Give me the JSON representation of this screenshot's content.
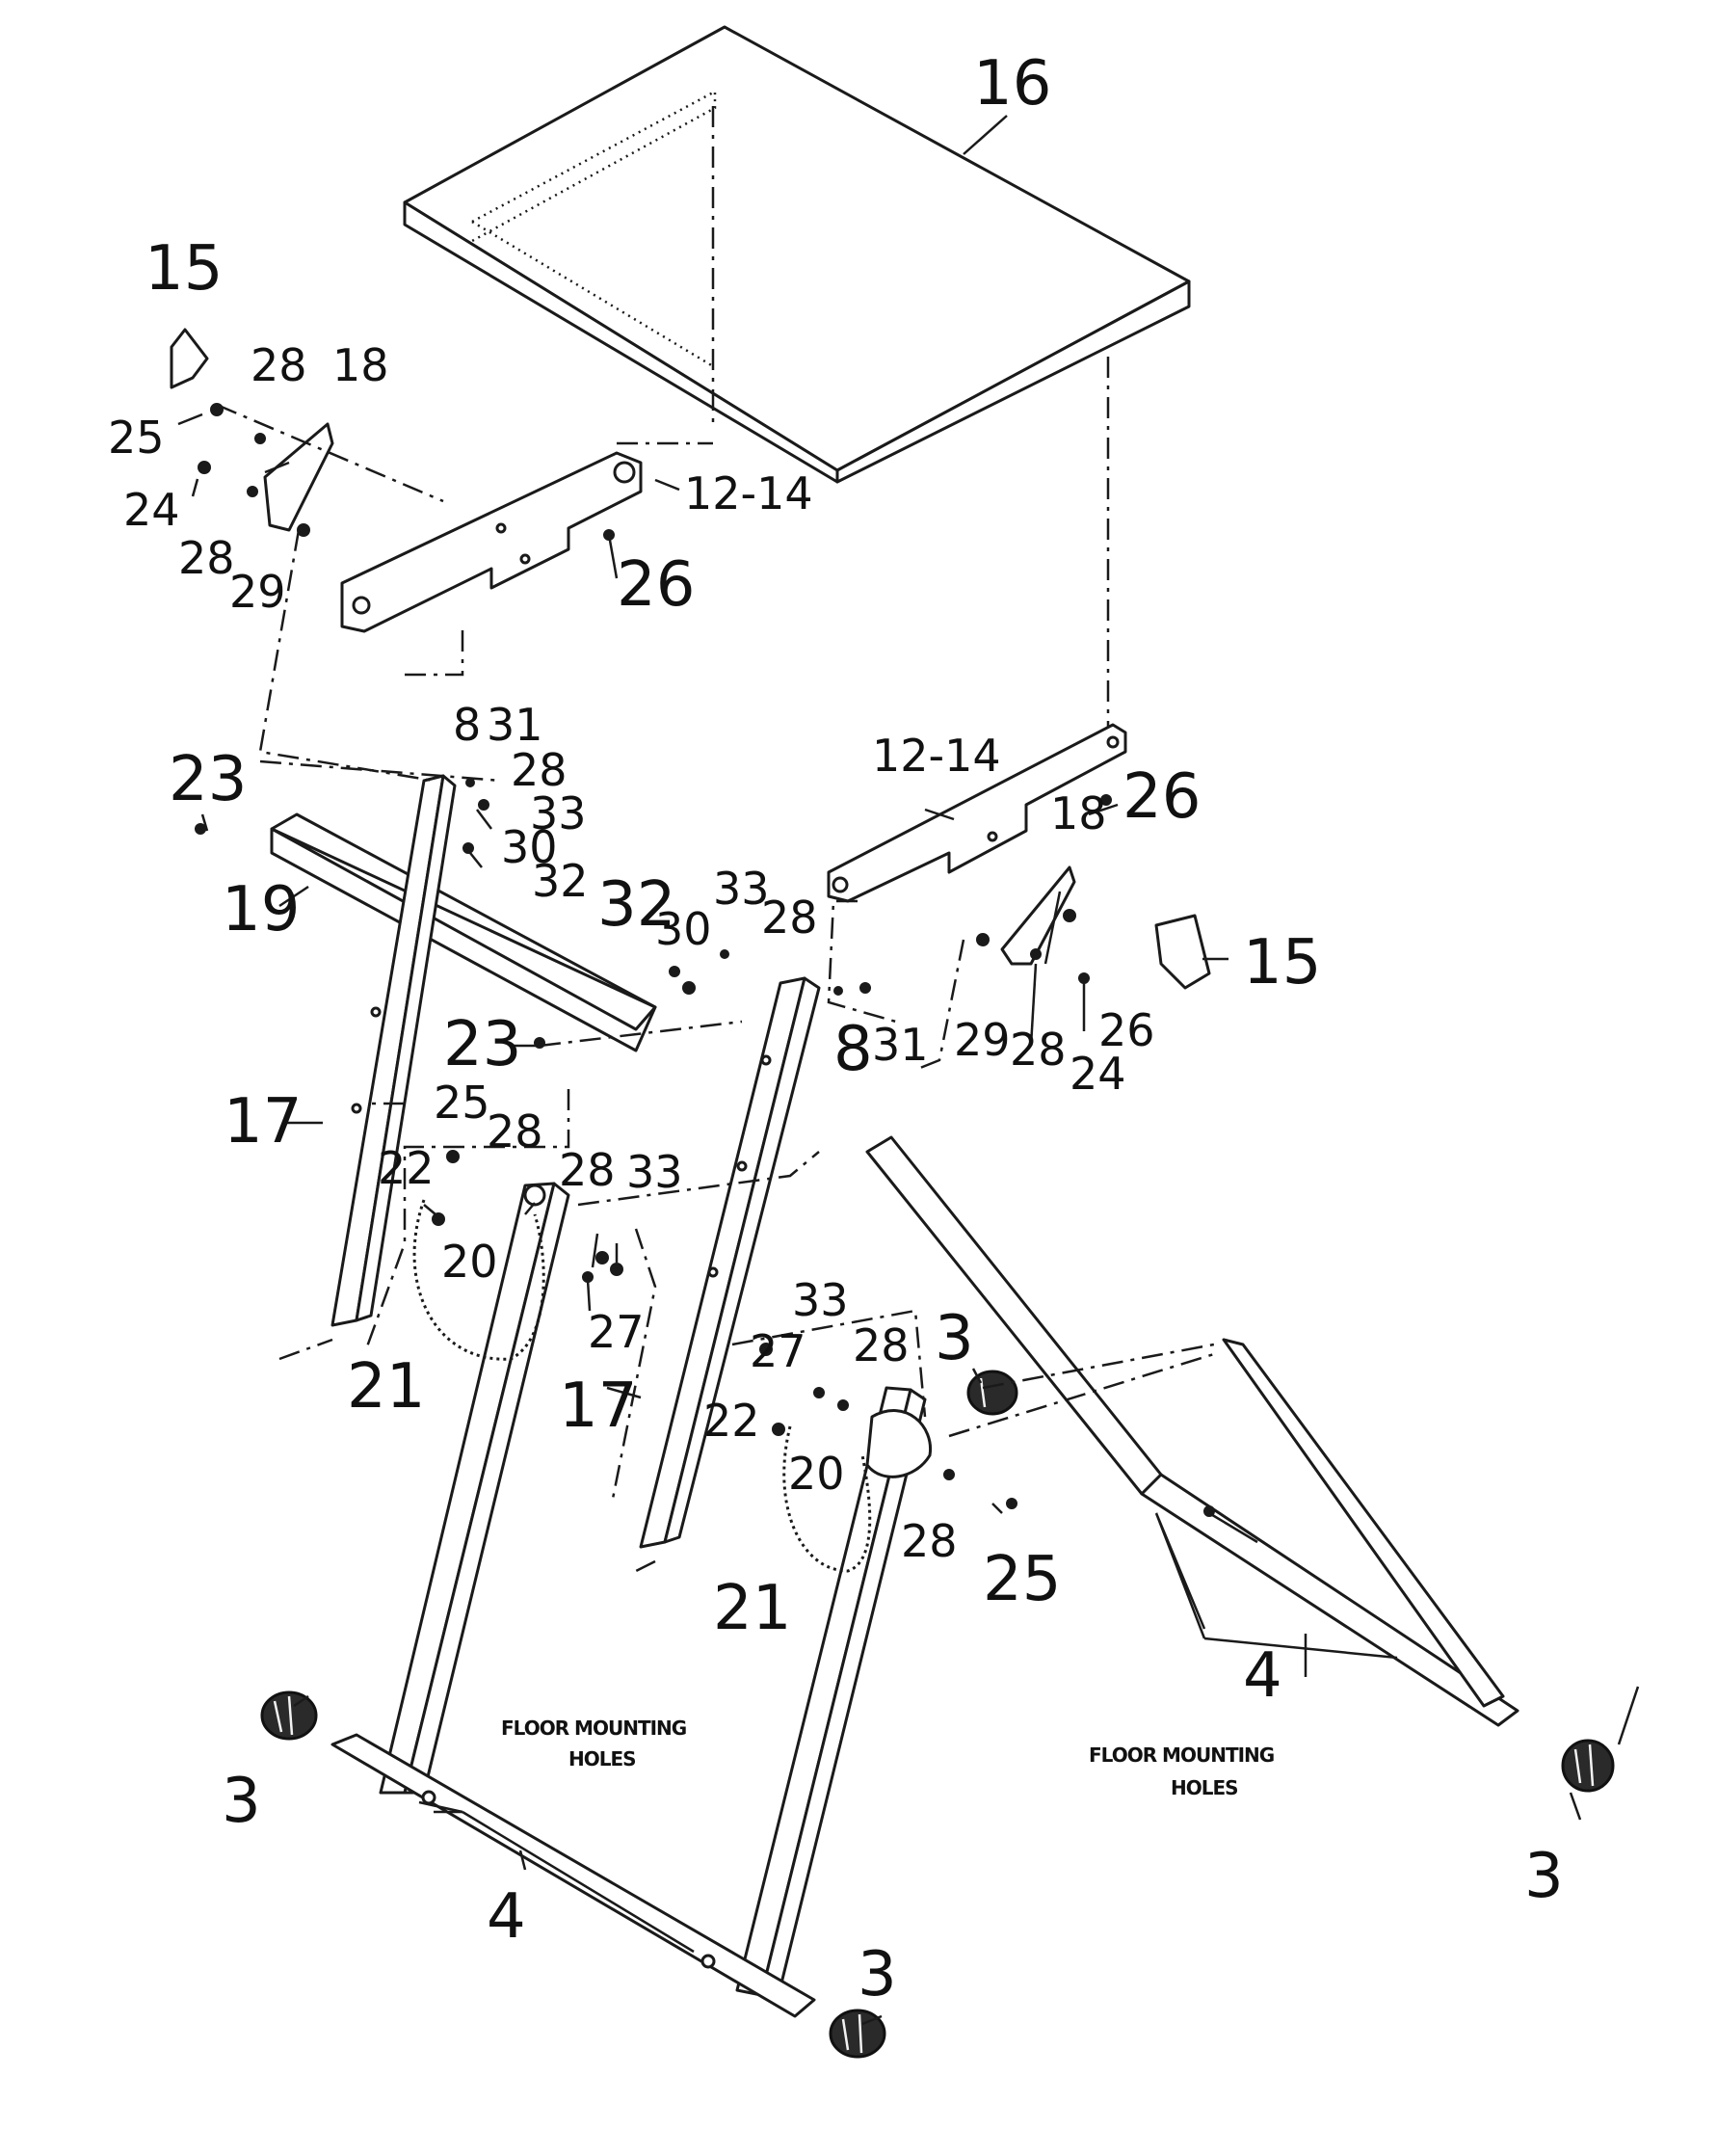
{
  "labels": {
    "l16": "16",
    "l15a": "15",
    "l28a": "28",
    "l18a": "18",
    "l25a": "25",
    "l24a": "24",
    "l28b": "28",
    "l29a": "29",
    "l1214a": "12-14",
    "l26a": "26",
    "l8a": "8",
    "l31a": "31",
    "l28c": "28",
    "l33a": "33",
    "l30a": "30",
    "l32a": "32",
    "l23a": "23",
    "l19": "19",
    "l32b": "32",
    "l30b": "30",
    "l33b": "33",
    "l28d": "28",
    "l1214b": "12-14",
    "l26b": "26",
    "l18b": "18",
    "l15b": "15",
    "l29b": "29",
    "l28e": "28",
    "l26c": "26",
    "l24b": "24",
    "l8b": "8",
    "l31b": "31",
    "l23b": "23",
    "l17a": "17",
    "l25b": "25",
    "l28f": "28",
    "l22a": "22",
    "l28g": "28",
    "l33c": "33",
    "l20a": "20",
    "l27a": "27",
    "l21a": "21",
    "l33d": "33",
    "l27b": "27",
    "l28h": "28",
    "l3a": "3",
    "l17b": "17",
    "l22b": "22",
    "l20b": "20",
    "l28i": "28",
    "l25c": "25",
    "l21b": "21",
    "l4a": "4",
    "l3b": "3",
    "l3c": "3",
    "l3d": "3",
    "l4b": "4"
  },
  "notes": {
    "floor_left_1": "FLOOR MOUNTING",
    "floor_left_2": "HOLES",
    "floor_right_1": "FLOOR MOUNTING",
    "floor_right_2": "HOLES"
  }
}
